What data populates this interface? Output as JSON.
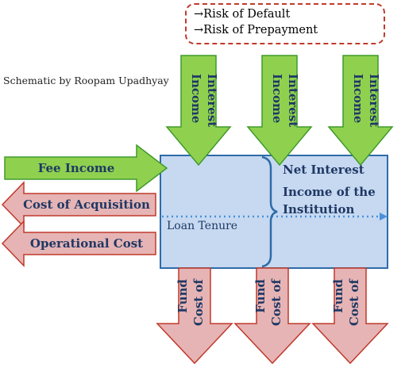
{
  "risks": [
    "→Risk of Default",
    "→Risk of Prepayment"
  ],
  "credit": "Schematic by Roopam Upadhyay",
  "interest_income_label": [
    "Interest",
    "Income"
  ],
  "inflow_label": "Fee Income",
  "outflow_labels": [
    "Cost of Acquisition",
    "Operational Cost"
  ],
  "cost_of_fund_label": [
    "Cost of",
    "Fund"
  ],
  "box_title": [
    "Net Interest",
    "Income of the",
    "Institution"
  ],
  "tenure_label": "Loan Tenure",
  "colors": {
    "green_fill": "#8fd14f",
    "green_stroke": "#3f9a2b",
    "red_fill": "#e6b4b4",
    "red_stroke": "#c0392b",
    "box_fill": "#c6d9f1",
    "box_stroke": "#2e6ba8",
    "text_dark": "#1f3864",
    "tenure_line": "#4a90d9"
  }
}
